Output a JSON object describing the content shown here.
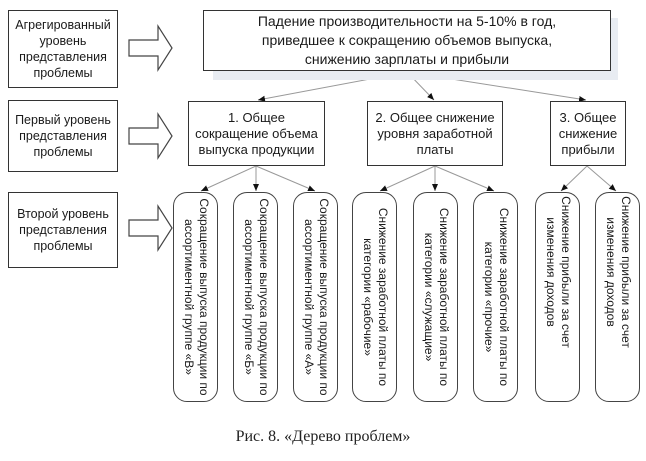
{
  "levels": [
    {
      "label": "Агрегированный уровень представления проблемы"
    },
    {
      "label": "Первый уровень представления проблемы"
    },
    {
      "label": "Второй уровень представления проблемы"
    }
  ],
  "root": {
    "line1": "Падение производительности на 5-10% в год,",
    "line2": "приведшее к сокращению объемов выпуска,",
    "line3": "снижению зарплаты и прибыли"
  },
  "branches": [
    {
      "label": "1. Общее сокращение объема выпуска продукции",
      "leaves": [
        "Сокращение выпуска продукции по ассортиментной группе «В»",
        "Сокращение выпуска продукции по ассортиментной группе «Б»",
        "Сокращение выпуска продукции по ассортиментной группе «А»"
      ]
    },
    {
      "label": "2. Общее снижение уровня заработной платы",
      "leaves": [
        "Снижение заработной платы по категории «рабочие»",
        "Снижение заработной платы по категории «служащие»",
        "Снижение заработной платы по категории «прочие»"
      ]
    },
    {
      "label": "3. Общее снижение прибыли",
      "leaves": [
        "Снижение прибыли за счет изменения доходов",
        "Снижение прибыли за счет изменения доходов"
      ]
    }
  ],
  "caption": "Рис. 8. «Дерево проблем»"
}
